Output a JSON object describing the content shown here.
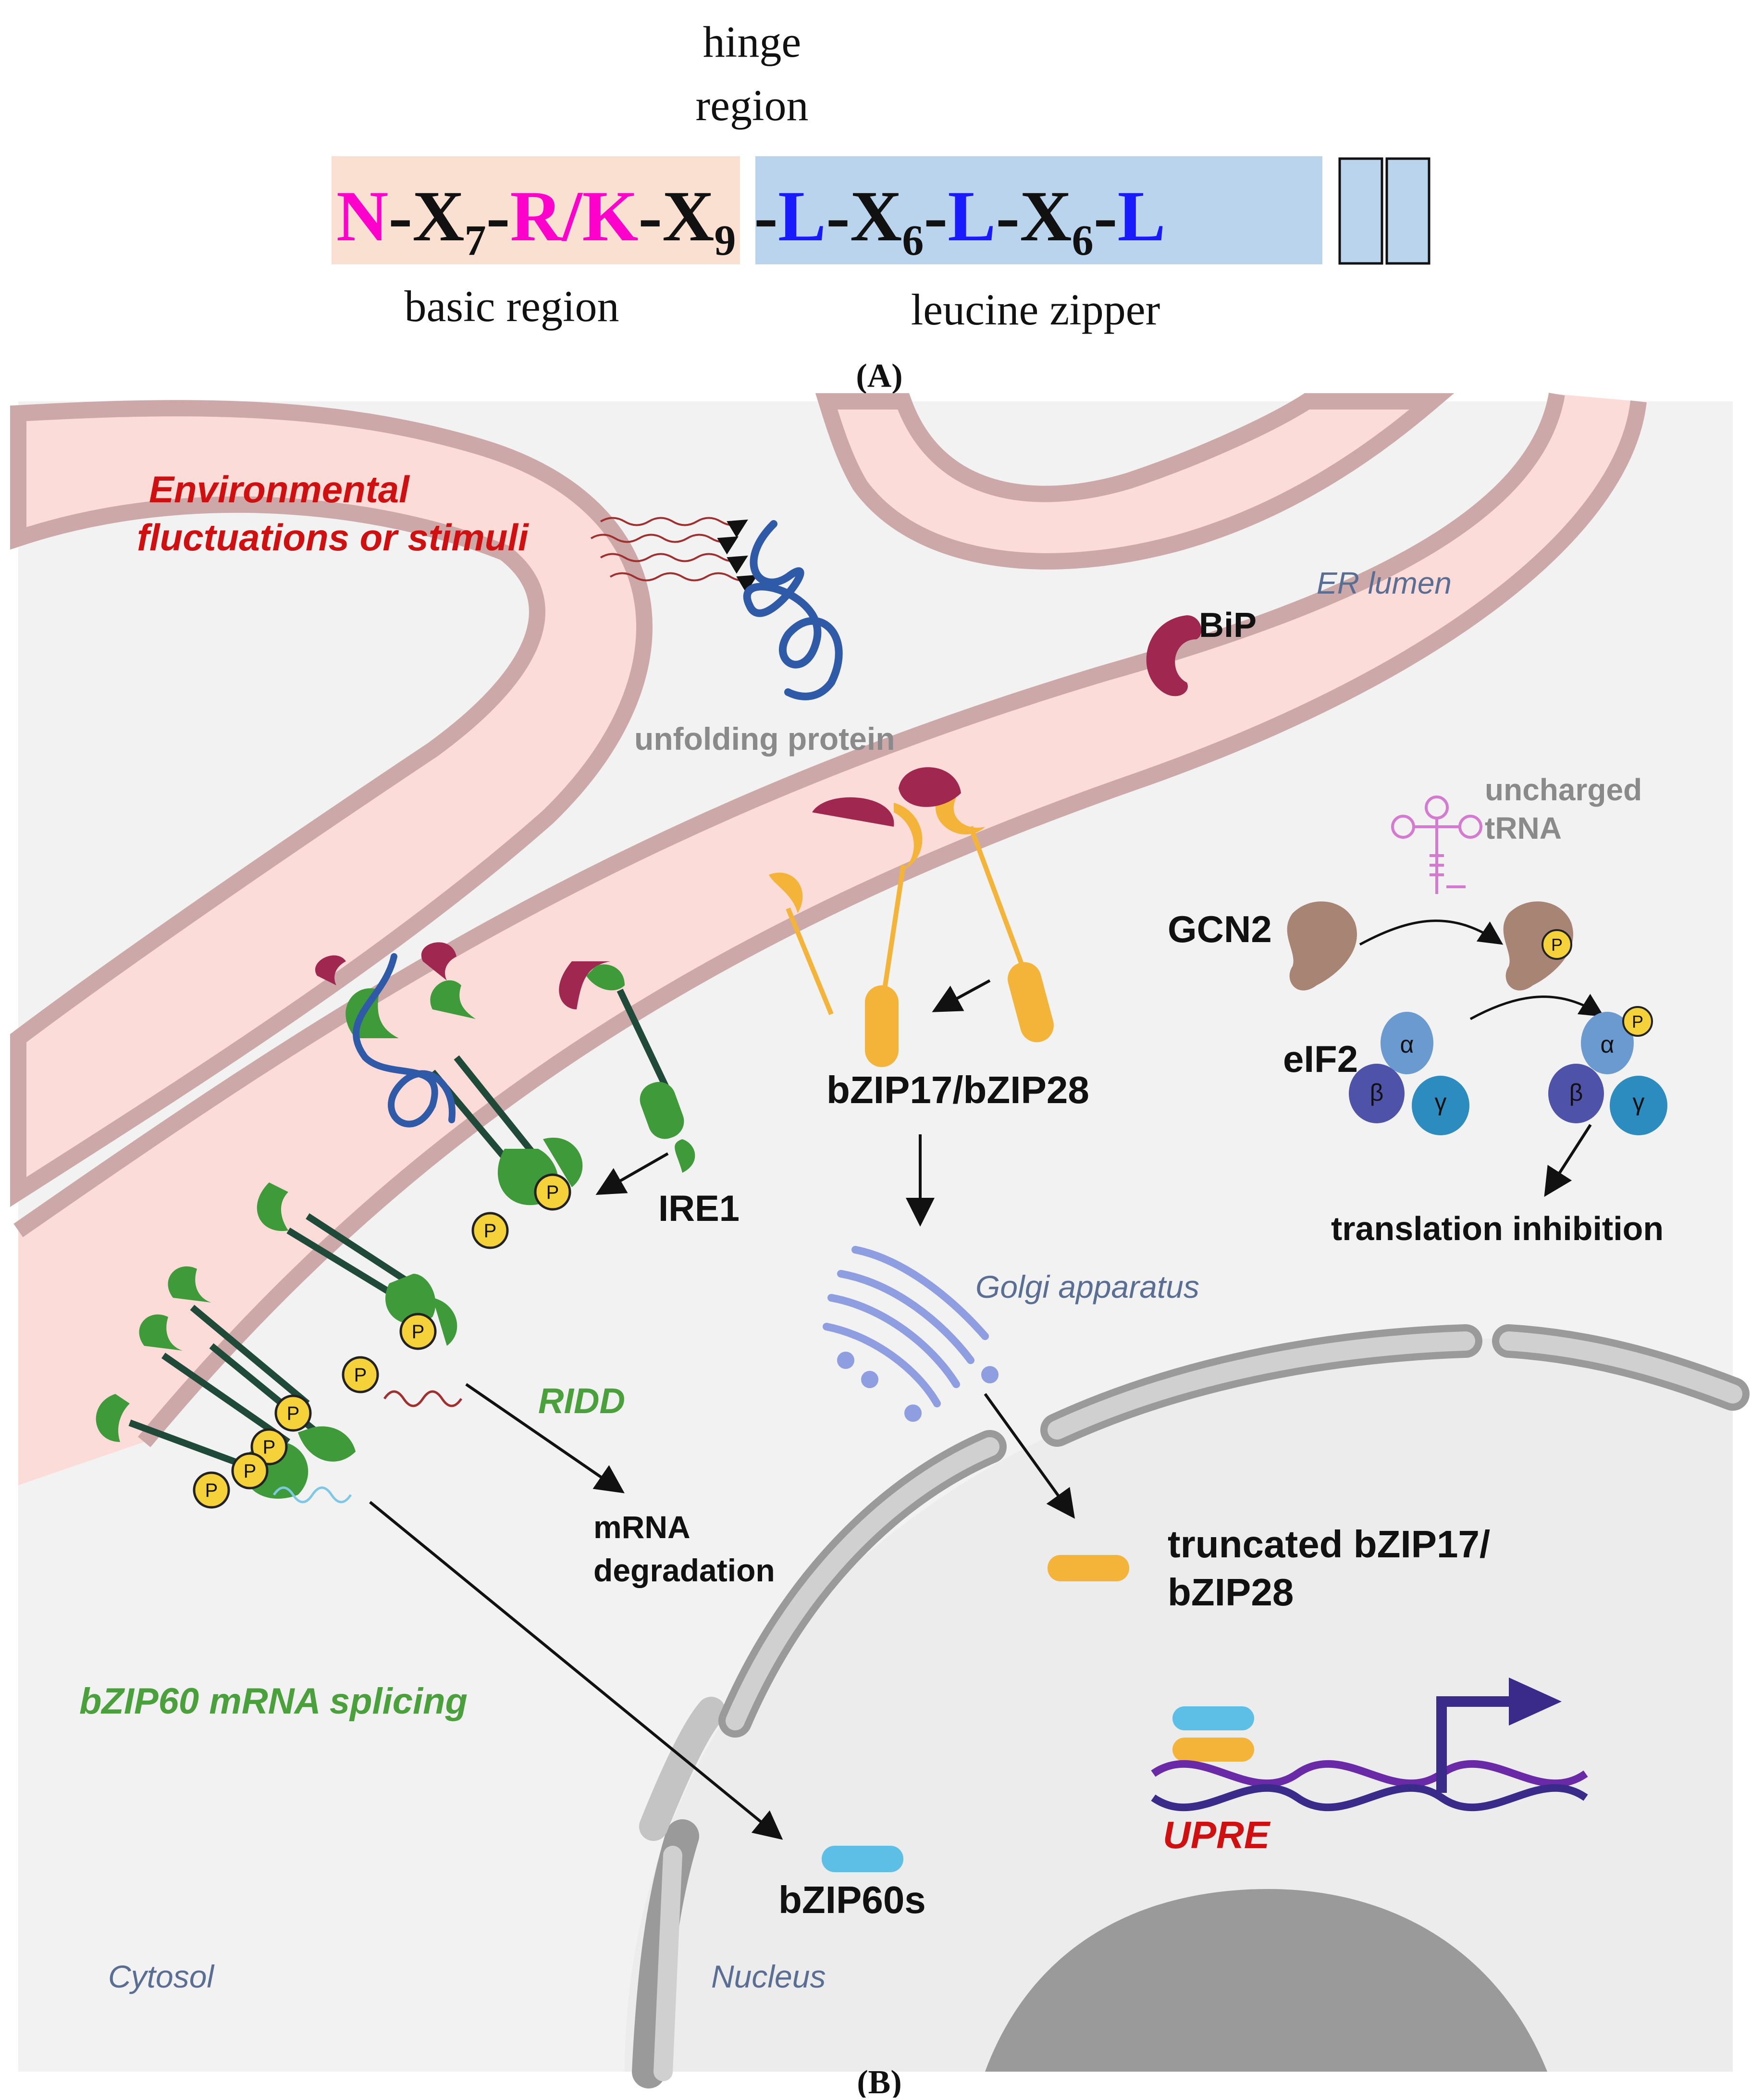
{
  "panel_a": {
    "hinge": [
      "hinge",
      "region"
    ],
    "motif": {
      "n": "N",
      "dash1": "-",
      "x1": "X",
      "x1_sub": "7",
      "dash2": "-",
      "rk": "R/K",
      "dash3": "-",
      "x2": "X",
      "x2_sub": "9",
      "dash4": " -",
      "l1": "L",
      "dash5": "-",
      "x3": "X",
      "x3_sub": "6",
      "dash6": "-",
      "l2": "L",
      "dash7": "-",
      "x4": "X",
      "x4_sub": "6",
      "dash8": "-",
      "l3": "L"
    },
    "basic_region": "basic region",
    "leucine_zipper": "leucine zipper",
    "label": "(A)"
  },
  "panel_b": {
    "stimuli": [
      "Environmental",
      "fluctuations or stimuli"
    ],
    "unfolding_protein": "unfolding protein",
    "er_lumen": "ER lumen",
    "bip": "BiP",
    "uncharged_trna": [
      "uncharged",
      "tRNA"
    ],
    "gcn2": "GCN2",
    "eif2": "eIF2",
    "subunits": {
      "alpha": "α",
      "beta": "β",
      "gamma": "γ"
    },
    "phospho": "P",
    "translation_inhibition": "translation inhibition",
    "bzip17_28": "bZIP17/bZIP28",
    "ire1": "IRE1",
    "golgi": "Golgi apparatus",
    "ridd": "RIDD",
    "mrna_degradation": [
      "mRNA",
      "degradation"
    ],
    "truncated": [
      "truncated bZIP17/",
      "bZIP28"
    ],
    "bzip60_splicing": "bZIP60 mRNA splicing",
    "upre": "UPRE",
    "bzip60s": "bZIP60s",
    "cytosol": "Cytosol",
    "nucleus": "Nucleus",
    "label": "(B)"
  },
  "colors": {
    "magenta": "#ff00cc",
    "blue_motif": "#1a1aff",
    "basic_box": "#f9e0d0",
    "zipper_box": "#b9d4ec",
    "er_membrane": "#cda8a8",
    "er_fill": "#fcdcd8",
    "ire1_green": "#3f9a3a",
    "bzip_orange": "#f4b43a",
    "bip_red": "#a02850",
    "gcn2_brown": "#a88474",
    "phospho_yellow": "#f6d23a",
    "red_text": "#d01010",
    "green_text": "#4aa03a",
    "gray_text": "#8a8a8a",
    "italic_blue": "#5a6e94",
    "dna_purple": "#6a2aa8"
  }
}
